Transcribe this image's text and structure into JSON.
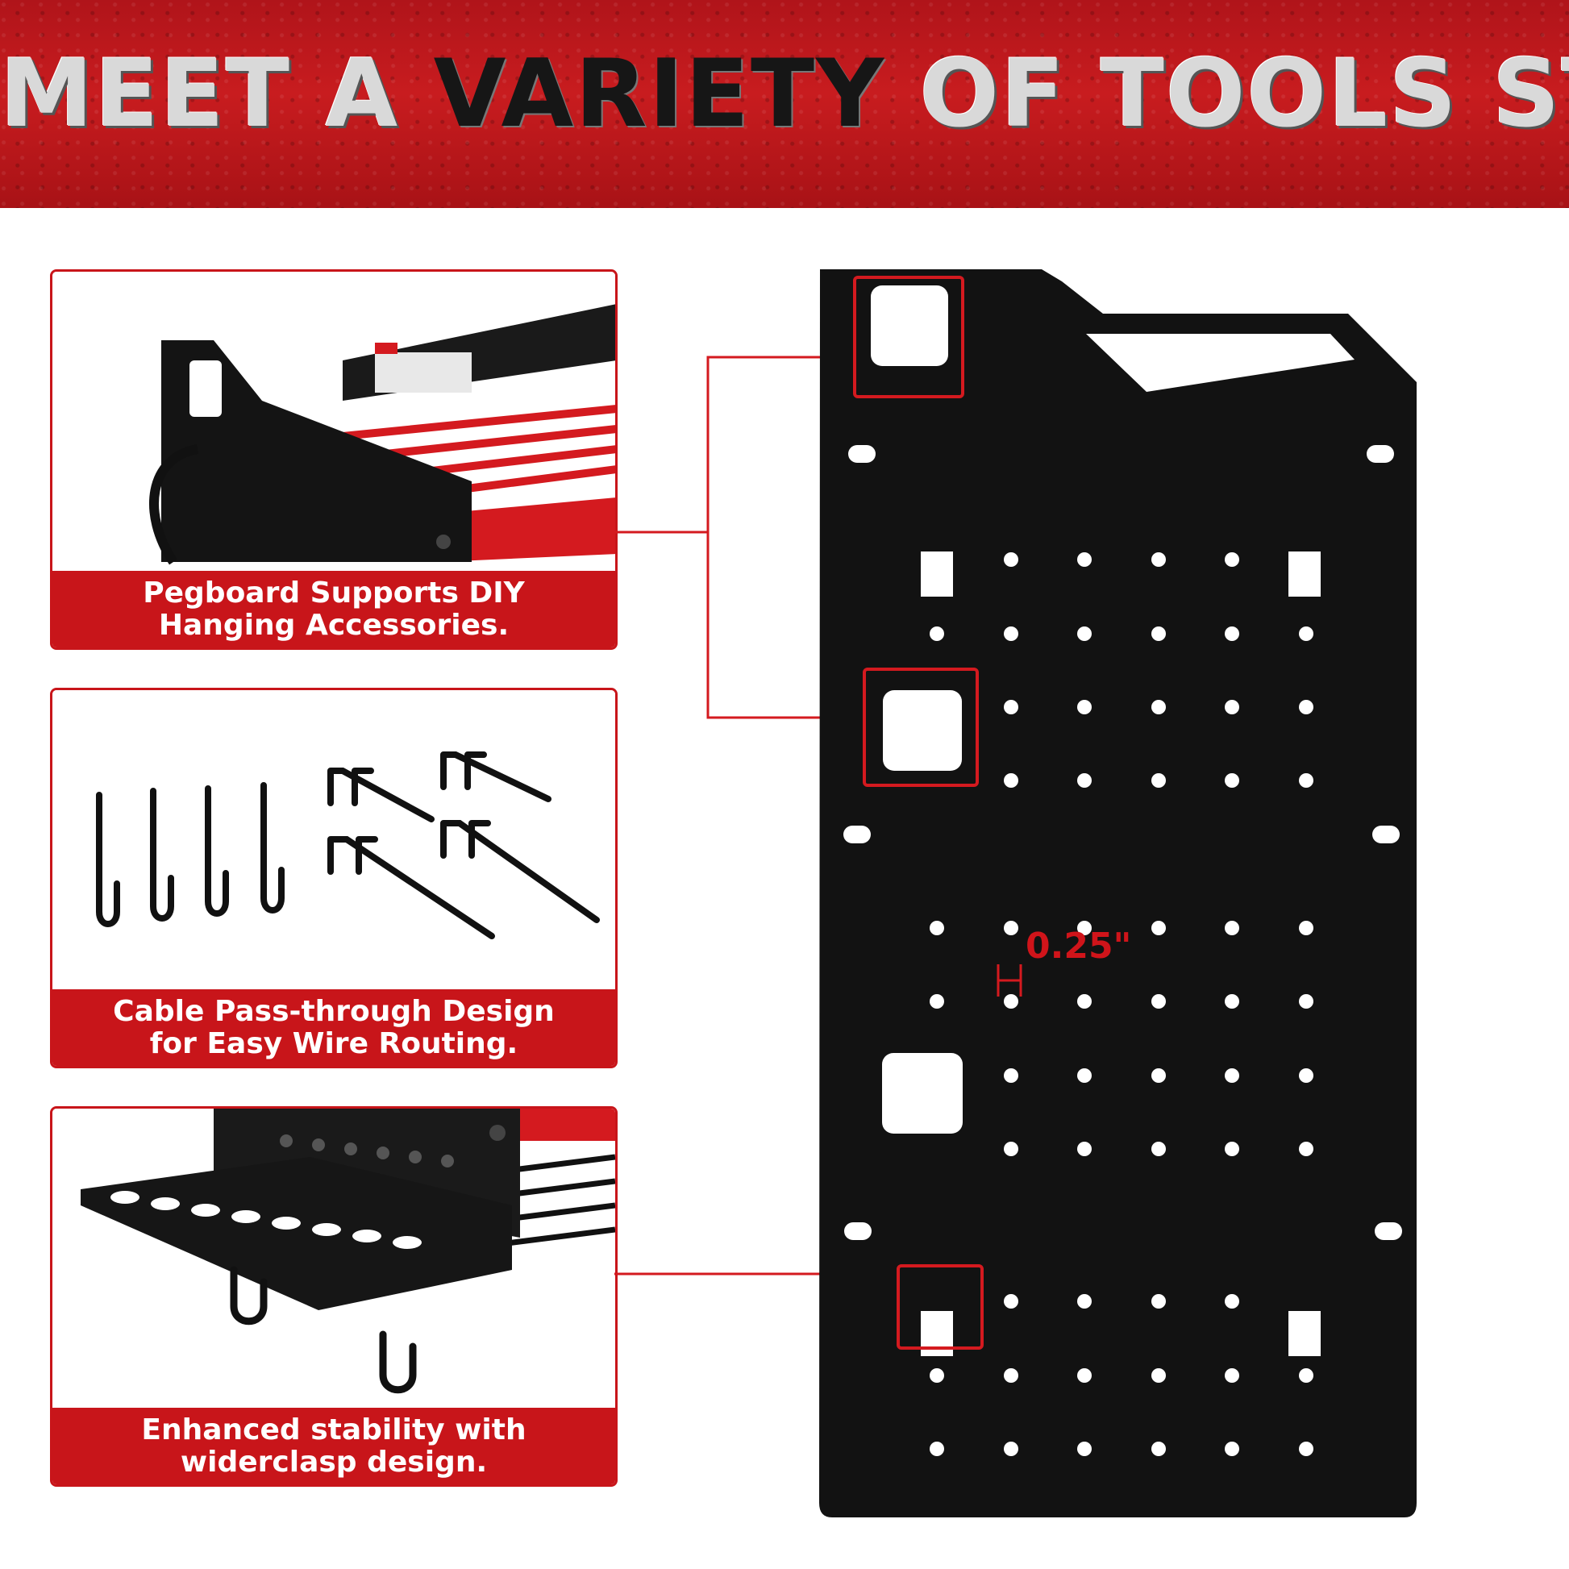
{
  "banner": {
    "title_part1": "MEET A",
    "title_part2": "VARIETY",
    "title_part3": "OF TOOLS STORAGE"
  },
  "features": [
    {
      "line1": "Pegboard Supports DIY",
      "line2": "Hanging Accessories."
    },
    {
      "line1": "Cable Pass-through Design",
      "line2": "for Easy Wire Routing."
    },
    {
      "line1": "Enhanced stability with",
      "line2": "widerclasp design."
    }
  ],
  "board": {
    "dimension_label": "0.25\""
  },
  "colors": {
    "accent_red": "#c8151a",
    "board_black": "#111111"
  }
}
